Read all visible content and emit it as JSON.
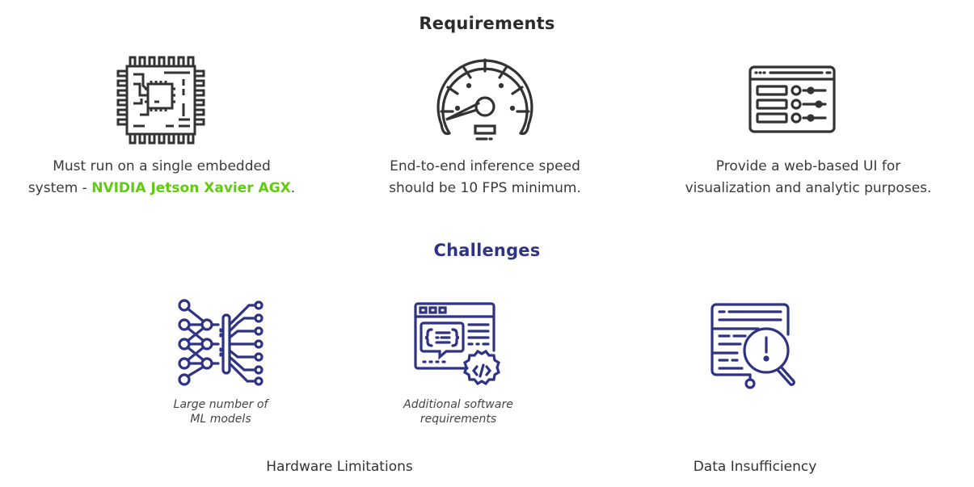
{
  "requirements": {
    "title": "Requirements",
    "title_color": "#2b2b2b",
    "items": [
      {
        "icon": "microchip-icon",
        "line1": "Must run on a single embedded",
        "line2_prefix": "system - ",
        "line2_highlight": "NVIDIA Jetson Xavier AGX",
        "line2_suffix": ".",
        "highlight_color": "#5fcd0e"
      },
      {
        "icon": "speedometer-icon",
        "line1": "End-to-end inference speed",
        "line2": "should be 10 FPS minimum."
      },
      {
        "icon": "web-settings-window-icon",
        "line1": "Provide a web-based UI for",
        "line2": "visualization and analytic purposes."
      }
    ]
  },
  "challenges": {
    "title": "Challenges",
    "title_color": "#2e3383",
    "icon_color": "#2e3383",
    "items": [
      {
        "icon": "neural-network-icon",
        "caption_line1": "Large number of",
        "caption_line2": "ML models"
      },
      {
        "icon": "code-window-gear-icon",
        "caption_line1": "Additional software",
        "caption_line2": "requirements"
      },
      {
        "icon": "document-search-alert-icon"
      }
    ],
    "groups": [
      {
        "label": "Hardware Limitations"
      },
      {
        "label": "Data Insufficiency"
      }
    ]
  }
}
